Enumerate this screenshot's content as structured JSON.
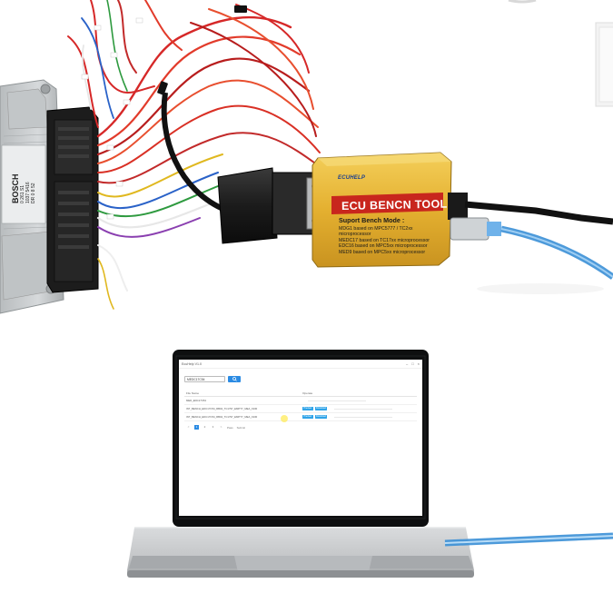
{
  "ecu": {
    "brand": "BOSCH",
    "codes": [
      "0 261 S1",
      "1037 5416",
      "DR 0 8 52"
    ]
  },
  "bench_box": {
    "brand": "ECUHELP",
    "title": "ECU BENCN TOOL",
    "modes_heading": "Suport Bench Mode :",
    "modes": [
      "MDG1 based on MPC5777 / TC2xx",
      "microprocessor",
      "MEDC17 based on TC17xx microprocessor",
      "EDC16 based on MPC5xx microprocessor",
      "MED9 based on MPC5xx microprocessor"
    ]
  },
  "app": {
    "title": "EcuHelp V1.0",
    "search_value": "MEDC17C54",
    "columns": {
      "name": "File Name",
      "operate": "Operate"
    },
    "rows": [
      {
        "name": "MED_EDC17C54",
        "buttons": []
      },
      {
        "name": "INT_BENCH_EDC17C54_RB04_TC1797_EMPTY_MEA_1930",
        "buttons": [
          "Preview",
          "Download"
        ]
      },
      {
        "name": "INT_BENCH_EDC17C54_RB04_TC1797_EMPTY_MEA_1930",
        "buttons": [
          "Preview",
          "Download"
        ]
      }
    ],
    "pager": {
      "prev": "<",
      "pages": [
        "1",
        "2",
        "3"
      ],
      "next": ">",
      "jump_label": "Pass",
      "submit": "Submit"
    }
  },
  "colors": {
    "box_gold": "#e8b839",
    "box_red": "#c8261d",
    "ecu_silver": "#c8ccce",
    "usb_blue": "#3a8fd6",
    "app_accent": "#2b8be3"
  }
}
